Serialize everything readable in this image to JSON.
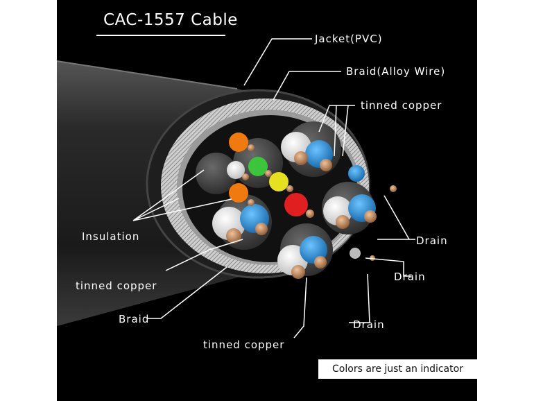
{
  "title": "CAC-1557 Cable",
  "labels": {
    "jacket": "Jacket(PVC)",
    "braid_alloy": "Braid(Alloy Wire)",
    "tinned_copper_top": "tinned copper",
    "insulation": "Insulation",
    "drain_1": "Drain",
    "tinned_copper_left": "tinned copper",
    "drain_2": "Drain",
    "braid": "Braid",
    "drain_3": "Drain",
    "tinned_copper_bottom": "tinned copper"
  },
  "note": "Colors are just an indicator",
  "colors": {
    "background": "#000000",
    "text": "#ffffff",
    "jacket": "#2b2b2b",
    "braid": "#d9d9d9",
    "pair_blue": "#2a8fd8",
    "orange": "#f07a10",
    "green": "#3cc43c",
    "yellow": "#e6e020",
    "red": "#e02020",
    "copper": "#c98a5a"
  }
}
